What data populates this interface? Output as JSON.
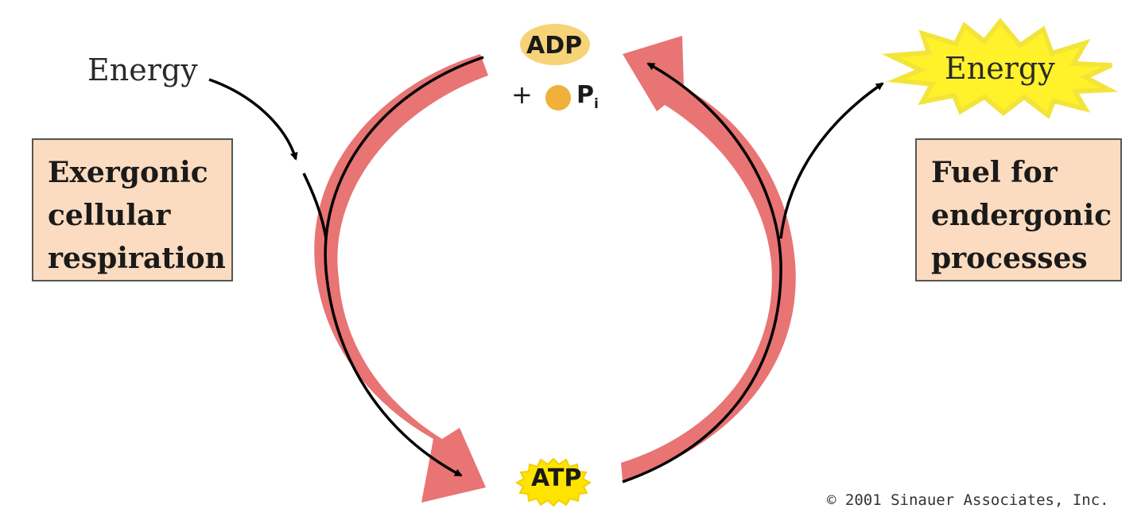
{
  "colors": {
    "cycle_arrow": "#e87474",
    "box_fill": "#fbdcc0",
    "adp_fill": "#f7d378",
    "phosphate_fill": "#f0b03a",
    "atp_fill": "#ffe400",
    "energy_burst_fill": "#fff12a",
    "energy_burst_glow": "#f3e43a",
    "line": "#000000"
  },
  "icons": {
    "cycle_left": "curved-arrow-down-icon",
    "cycle_right": "curved-arrow-up-icon",
    "energy_in": "curved-arrow-icon",
    "energy_out": "curved-arrow-icon",
    "energy_burst": "starburst-icon"
  },
  "labels": {
    "energy_in": "Energy",
    "energy_out": "Energy",
    "adp": "ADP",
    "plus": "+",
    "phosphate_main": "P",
    "phosphate_sub": "i",
    "atp": "ATP",
    "copyright": "© 2001 Sinauer Associates, Inc."
  },
  "boxes": {
    "left": {
      "lines": [
        "Exergonic",
        "cellular",
        "respiration"
      ]
    },
    "right": {
      "lines": [
        "Fuel for",
        "endergonic",
        "processes"
      ]
    }
  }
}
